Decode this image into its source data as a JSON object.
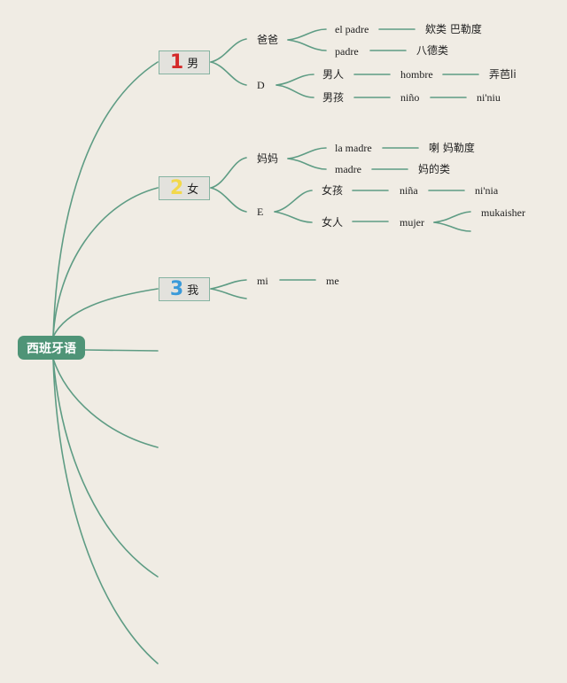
{
  "root": "西班牙语",
  "branches": [
    {
      "num": "1",
      "num_color": "#d42a2a",
      "label": "男",
      "groups": [
        {
          "label": "爸爸",
          "items": [
            [
              "el padre",
              "欸类 巴勒度"
            ],
            [
              "padre",
              "八德类"
            ]
          ]
        },
        {
          "label": "D",
          "items": [
            [
              "男人",
              "hombre",
              "弄芭li"
            ],
            [
              "男孩",
              "niño",
              "ni'niu"
            ]
          ]
        }
      ]
    },
    {
      "num": "2",
      "num_color": "#f2d84a",
      "label": "女",
      "groups": [
        {
          "label": "妈妈",
          "items": [
            [
              "la madre",
              "喇 妈勒度"
            ],
            [
              "madre",
              "妈的类"
            ]
          ]
        },
        {
          "label": "E",
          "items": [
            [
              "女孩",
              "niña",
              "ni'nia"
            ],
            [
              "女人",
              "mujer",
              "mukaisher"
            ]
          ]
        }
      ]
    },
    {
      "num": "3",
      "num_color": "#3a9ad9",
      "label": "我",
      "groups": [
        {
          "label": "mi",
          "items": [
            [
              "me"
            ]
          ]
        }
      ]
    }
  ],
  "colors": {
    "background": "#f0ece4",
    "link": "#5e9c84",
    "root_fill": "#4f9477",
    "topic_fill": "#e3e2dd"
  }
}
